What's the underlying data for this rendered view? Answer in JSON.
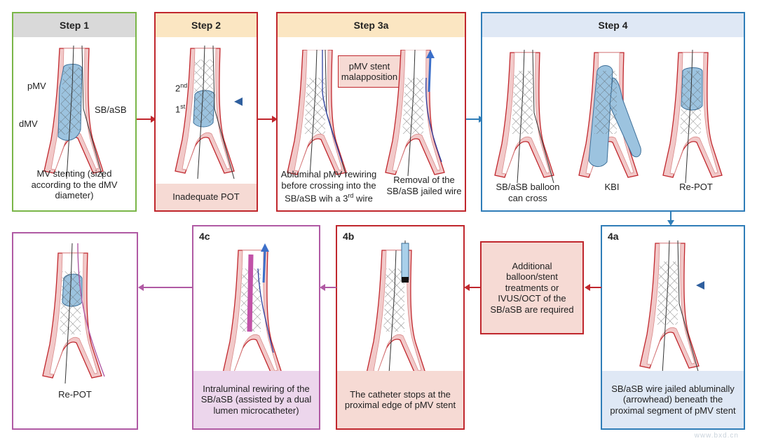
{
  "colors": {
    "green": "#7ab648",
    "red": "#c0272d",
    "blue": "#2f7db8",
    "magenta": "#b05aa4",
    "hdr_gray": "#d9d9d9",
    "hdr_yellow": "#fbe6c2",
    "hdr_blue": "#dfe8f5",
    "band_pink": "#f6dad4",
    "band_blue": "#dfe8f5",
    "band_purple": "#ecd6ec"
  },
  "step1": {
    "title": "Step 1",
    "label_pmv": "pMV",
    "label_dmv": "dMV",
    "label_sb": "SB/aSB",
    "caption": "MV stenting (sized according to the dMV diameter)"
  },
  "step2": {
    "title": "Step 2",
    "label_2nd": "2",
    "label_2nd_sup": "nd",
    "label_1st": "1",
    "label_1st_sup": "st",
    "caption": "Inadequate POT"
  },
  "step3a": {
    "title": "Step 3a",
    "note": "pMV stent malapposition",
    "caption_left": "Abluminal pMV rewiring before crossing into the SB/aSB wih a 3",
    "caption_left_sup": "rd",
    "caption_left_end": " wire",
    "caption_right": "Removal of the SB/aSB jailed wire"
  },
  "step4": {
    "title": "Step 4",
    "cap1": "SB/aSB balloon can cross",
    "cap2": "KBI",
    "cap3": "Re-POT"
  },
  "step4a": {
    "title": "4a",
    "caption": "SB/aSB wire jailed abluminally (arrowhead) beneath the proximal segment of pMV stent"
  },
  "additional": {
    "text": "Additional balloon/stent treatments or IVUS/OCT of the SB/aSB are required"
  },
  "step4b": {
    "title": "4b",
    "caption": "The catheter stops at the proximal edge of pMV stent"
  },
  "step4c": {
    "title": "4c",
    "caption": "Intraluminal rewiring of the SB/aSB (assisted by a dual lumen microcatheter)"
  },
  "final": {
    "caption": "Re-POT"
  },
  "watermark": "www.bxd.cn"
}
